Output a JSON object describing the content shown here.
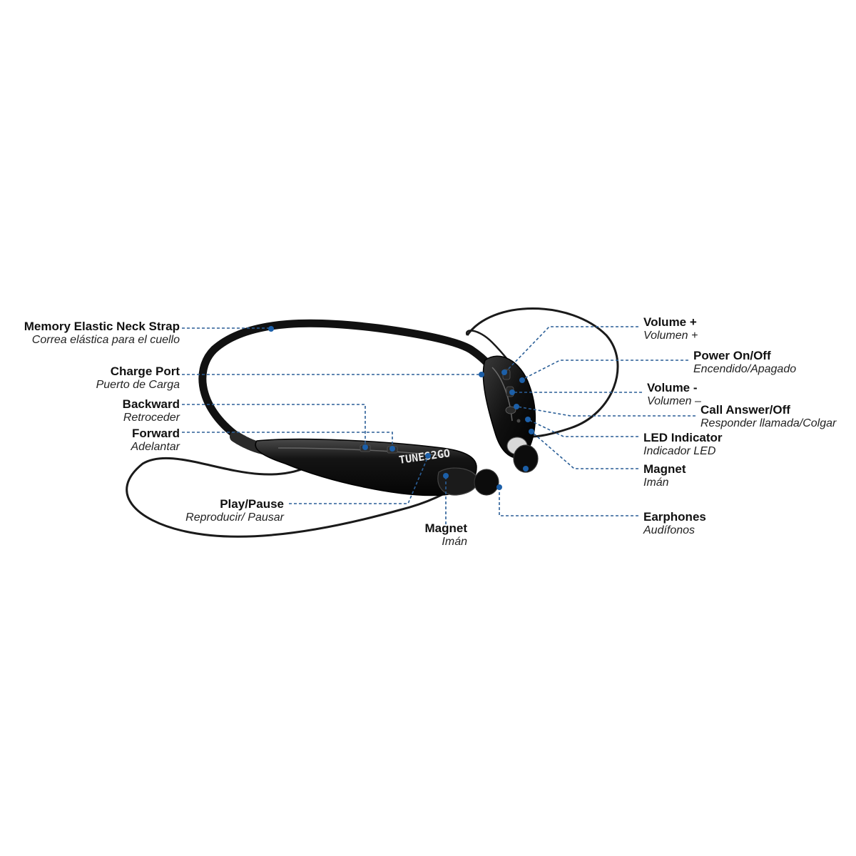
{
  "brand": "TUNES2GO",
  "colors": {
    "leader": "#2b5f97",
    "dot": "#1c5fa8",
    "device": "#0d0d0d"
  },
  "labels": {
    "neck_strap": {
      "en": "Memory Elastic Neck Strap",
      "es": "Correa elástica para el cuello"
    },
    "charge_port": {
      "en": "Charge Port",
      "es": "Puerto de Carga"
    },
    "backward": {
      "en": "Backward",
      "es": "Retroceder"
    },
    "forward": {
      "en": "Forward",
      "es": "Adelantar"
    },
    "play_pause": {
      "en": "Play/Pause",
      "es": "Reproducir/ Pausar"
    },
    "magnet_left": {
      "en": "Magnet",
      "es": "Imán"
    },
    "volume_up": {
      "en": "Volume +",
      "es": "Volumen +"
    },
    "power": {
      "en": "Power On/Off",
      "es": "Encendido/Apagado"
    },
    "volume_down": {
      "en": "Volume -",
      "es": "Volumen –"
    },
    "call": {
      "en": "Call Answer/Off",
      "es": "Responder llamada/Colgar"
    },
    "led": {
      "en": "LED Indicator",
      "es": "Indicador LED"
    },
    "magnet_right": {
      "en": "Magnet",
      "es": "Imán"
    },
    "earphones": {
      "en": "Earphones",
      "es": "Audífonos"
    }
  }
}
